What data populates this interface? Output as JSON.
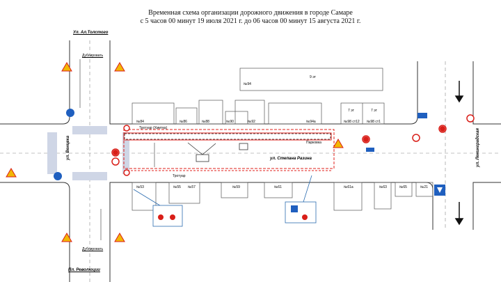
{
  "title": {
    "line1": "Временная схема организации дорожного движения в городе Самаре",
    "line2": "с 5 часов 00 минут 19 июля 2021 г. до 06 часов 00 минут 15 августа 2021 г."
  },
  "streets": {
    "tolstogo": "Ул. Ал.Толстого",
    "revolyutsii": "Пл. Революции",
    "venttseka": "ул. Венцека",
    "razina": "ул. Степана Разина",
    "leninradskaya": "ул. Ленинградская"
  },
  "labels": {
    "dublirovat_top": "Дублировать",
    "dublirovat_bottom": "Дублировать",
    "trotuar_top": "Тротуар (Хмитка)",
    "trotuar_bottom": "Тротуар",
    "parkovka": "Парковка"
  },
  "buildings": [
    {
      "text": "№94",
      "id": "b94"
    },
    {
      "text": "9 эт",
      "id": "b9et"
    },
    {
      "text": "№84",
      "id": "b84"
    },
    {
      "text": "№86",
      "id": "b86"
    },
    {
      "text": "№88",
      "id": "b88"
    },
    {
      "text": "№90",
      "id": "b90"
    },
    {
      "text": "№92",
      "id": "b92"
    },
    {
      "text": "№94a",
      "id": "b94a"
    },
    {
      "text": "7 эт",
      "id": "b7a"
    },
    {
      "text": "7 эт",
      "id": "b7b"
    },
    {
      "text": "№98 ст12",
      "id": "b98a"
    },
    {
      "text": "№98 ст1",
      "id": "b98b"
    },
    {
      "text": "№53",
      "id": "b53"
    },
    {
      "text": "№55",
      "id": "b55"
    },
    {
      "text": "№57",
      "id": "b57"
    },
    {
      "text": "№59",
      "id": "b59"
    },
    {
      "text": "№61",
      "id": "b61"
    },
    {
      "text": "№61a",
      "id": "b61a"
    },
    {
      "text": "№63",
      "id": "b63"
    },
    {
      "text": "№65",
      "id": "b65"
    },
    {
      "text": "№21",
      "id": "b21"
    }
  ],
  "colors": {
    "road_edge": "#333333",
    "work_zone": "#e0201b",
    "callout_line": "#2b6cb0",
    "sign_blue": "#1f5fbf",
    "sign_yellow": "#f2b705",
    "sign_red": "#d91e18"
  }
}
